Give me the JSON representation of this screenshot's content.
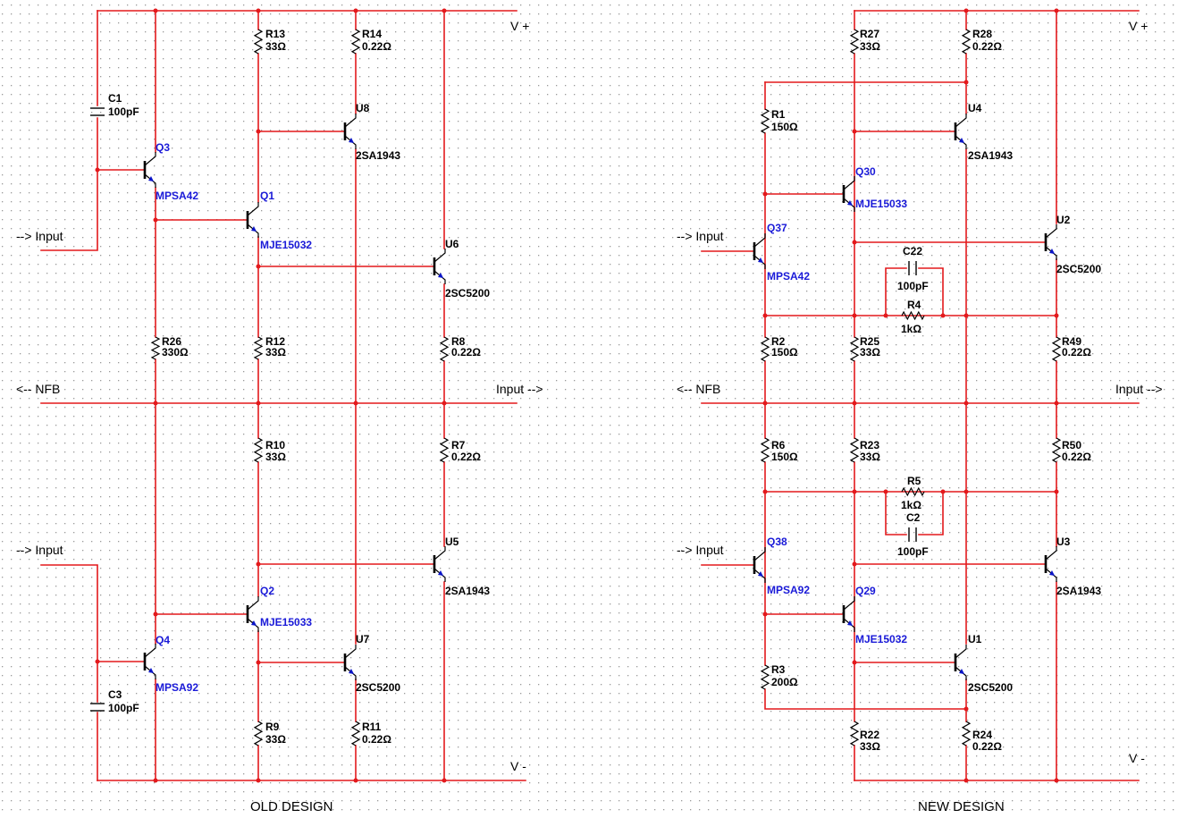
{
  "designs": {
    "old": {
      "title": "OLD DESIGN",
      "rail_pos": "V +",
      "rail_neg": "V -",
      "in_top": "--> Input",
      "in_bot": "--> Input",
      "nfb": "<-- NFB",
      "out": "Input -->",
      "c1": {
        "ref": "C1",
        "value": "100pF"
      },
      "c3": {
        "ref": "C3",
        "value": "100pF"
      },
      "q3": {
        "ref": "Q3",
        "part": "MPSA42"
      },
      "q4": {
        "ref": "Q4",
        "part": "MPSA92"
      },
      "q1": {
        "ref": "Q1",
        "part": "MJE15032"
      },
      "q2": {
        "ref": "Q2",
        "part": "MJE15033"
      },
      "u8": {
        "ref": "U8",
        "part": "2SA1943"
      },
      "u6": {
        "ref": "U6",
        "part": "2SC5200"
      },
      "u5": {
        "ref": "U5",
        "part": "2SA1943"
      },
      "u7": {
        "ref": "U7",
        "part": "2SC5200"
      },
      "r13": {
        "ref": "R13",
        "value": "33Ω"
      },
      "r14": {
        "ref": "R14",
        "value": "0.22Ω"
      },
      "r26": {
        "ref": "R26",
        "value": "330Ω"
      },
      "r12": {
        "ref": "R12",
        "value": "33Ω"
      },
      "r8": {
        "ref": "R8",
        "value": "0.22Ω"
      },
      "r10": {
        "ref": "R10",
        "value": "33Ω"
      },
      "r7": {
        "ref": "R7",
        "value": "0.22Ω"
      },
      "r9": {
        "ref": "R9",
        "value": "33Ω"
      },
      "r11": {
        "ref": "R11",
        "value": "0.22Ω"
      }
    },
    "new": {
      "title": "NEW DESIGN",
      "rail_pos": "V +",
      "rail_neg": "V -",
      "in_top": "--> Input",
      "in_bot": "--> Input",
      "nfb": "<-- NFB",
      "out": "Input -->",
      "r27": {
        "ref": "R27",
        "value": "33Ω"
      },
      "r28": {
        "ref": "R28",
        "value": "0.22Ω"
      },
      "r1": {
        "ref": "R1",
        "value": "150Ω"
      },
      "u4": {
        "ref": "U4",
        "part": "2SA1943"
      },
      "q30": {
        "ref": "Q30",
        "part": "MJE15033"
      },
      "q37": {
        "ref": "Q37",
        "part": "MPSA42"
      },
      "u2": {
        "ref": "U2",
        "part": "2SC5200"
      },
      "c22": {
        "ref": "C22",
        "value": "100pF"
      },
      "r4": {
        "ref": "R4",
        "value": "1kΩ"
      },
      "r2": {
        "ref": "R2",
        "value": "150Ω"
      },
      "r25": {
        "ref": "R25",
        "value": "33Ω"
      },
      "r49": {
        "ref": "R49",
        "value": "0.22Ω"
      },
      "r6": {
        "ref": "R6",
        "value": "150Ω"
      },
      "r23": {
        "ref": "R23",
        "value": "33Ω"
      },
      "r50": {
        "ref": "R50",
        "value": "0.22Ω"
      },
      "r5": {
        "ref": "R5",
        "value": "1kΩ"
      },
      "c2": {
        "ref": "C2",
        "value": "100pF"
      },
      "q38": {
        "ref": "Q38",
        "part": "MPSA92"
      },
      "u3": {
        "ref": "U3",
        "part": "2SA1943"
      },
      "q29": {
        "ref": "Q29",
        "part": "MJE15032"
      },
      "u1": {
        "ref": "U1",
        "part": "2SC5200"
      },
      "r3": {
        "ref": "R3",
        "value": "200Ω"
      },
      "r22": {
        "ref": "R22",
        "value": "33Ω"
      },
      "r24": {
        "ref": "R24",
        "value": "0.22Ω"
      }
    }
  },
  "colors": {
    "wire": "#e3191c",
    "component": "#000000",
    "transistor_label": "#1a1ad8",
    "grid_dot": "#9a9a9a"
  }
}
